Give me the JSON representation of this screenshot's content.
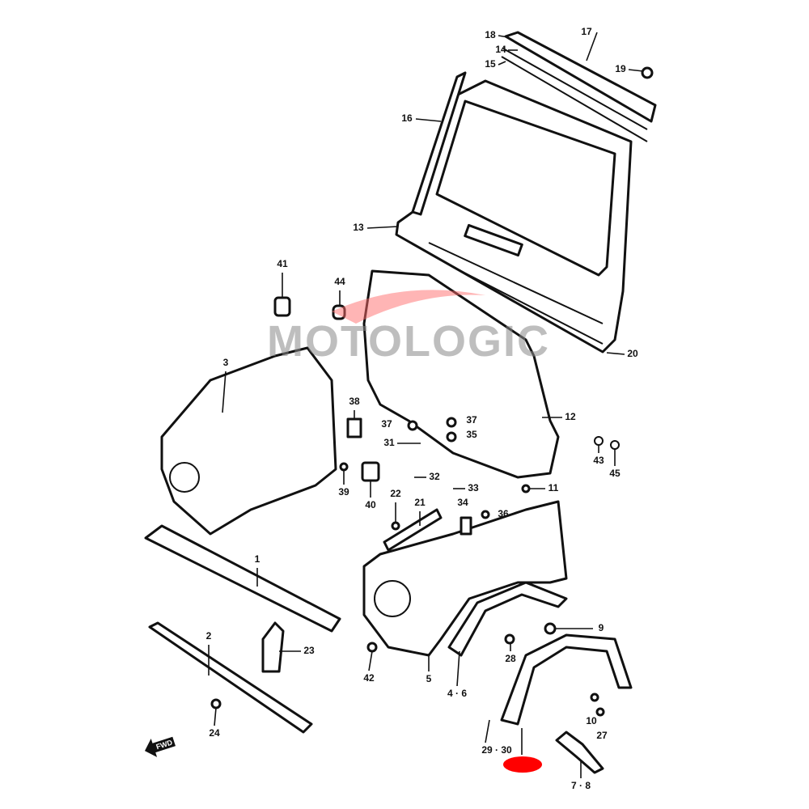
{
  "diagram": {
    "watermark": "MOTOLOGIC",
    "direction_arrow": "FWD",
    "highlight_color": "#ff0000",
    "labels": [
      "17",
      "18",
      "14",
      "15",
      "19",
      "16",
      "13",
      "20",
      "41",
      "44",
      "3",
      "12",
      "38",
      "37",
      "37",
      "35",
      "31",
      "32",
      "33",
      "34",
      "36",
      "11",
      "43",
      "45",
      "39",
      "40",
      "22",
      "21",
      "1",
      "2",
      "23",
      "24",
      "42",
      "5",
      "4 · 6",
      "28",
      "9",
      "10",
      "27",
      "29 · 30",
      "7 · 8"
    ]
  }
}
